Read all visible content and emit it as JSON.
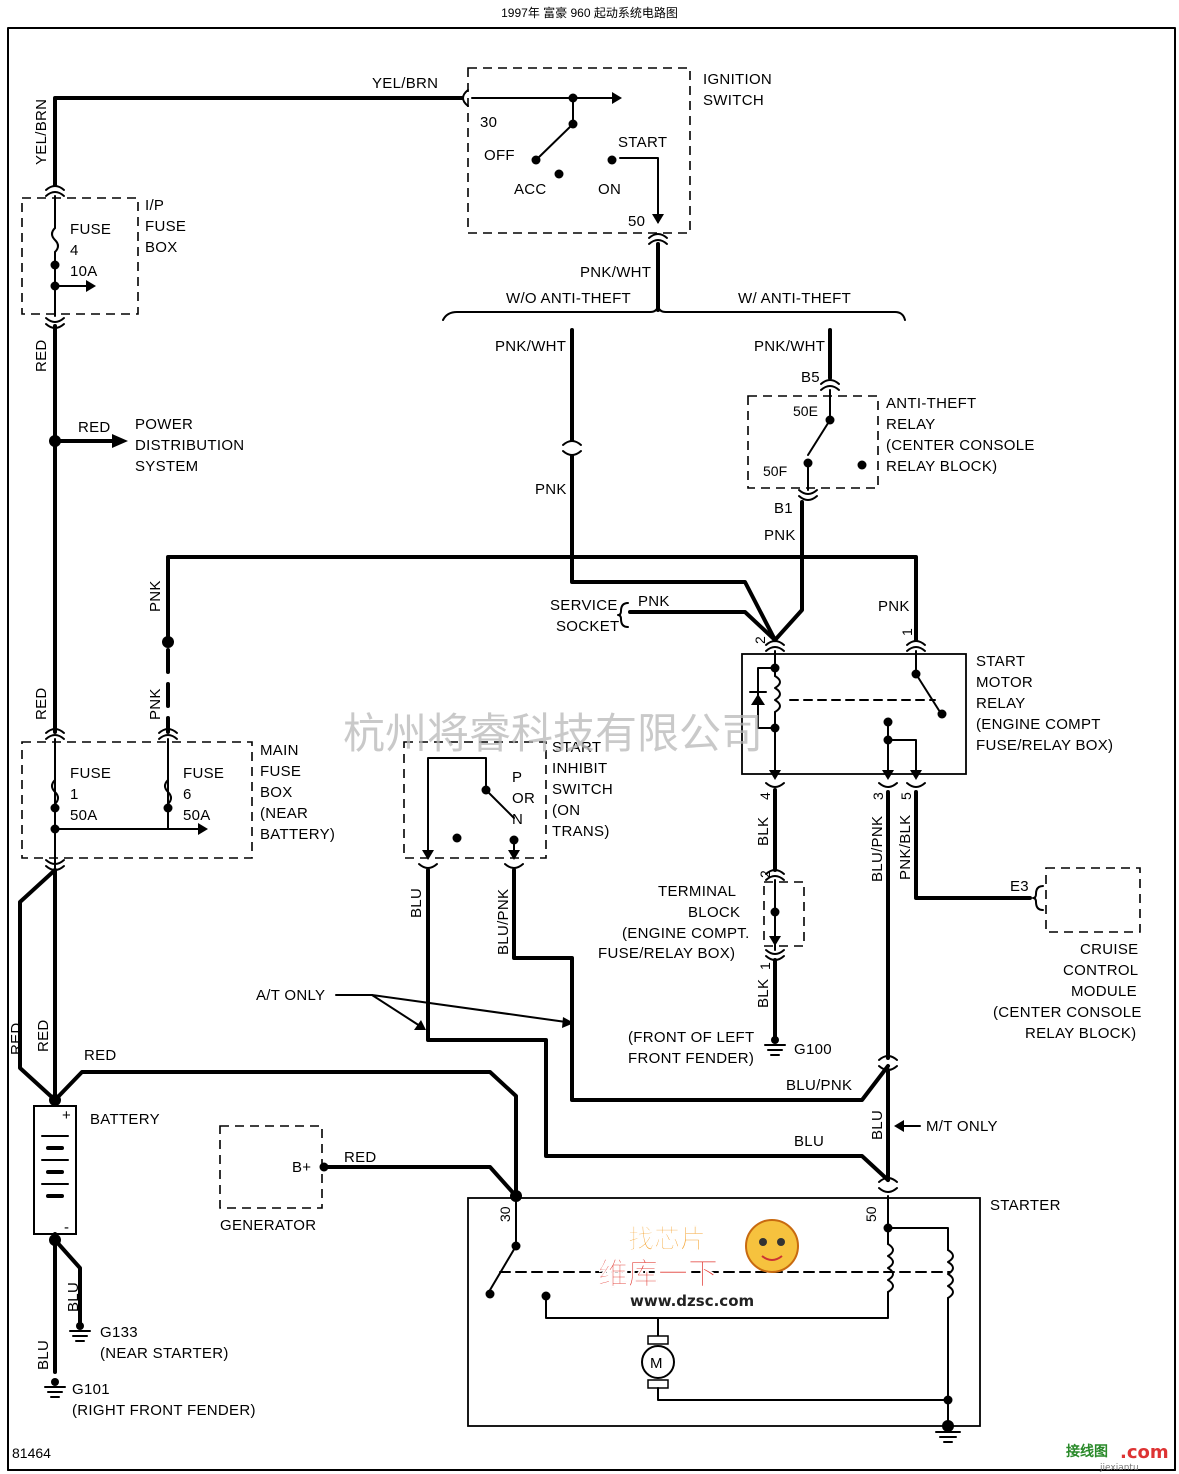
{
  "title": "1997年 富豪 960 起动系统电路图",
  "figure_number": "81464",
  "wire_colors": {
    "yel_brn": "YEL/BRN",
    "red": "RED",
    "pnk": "PNK",
    "pnk_wht": "PNK/WHT",
    "blu": "BLU",
    "blu_pnk": "BLU/PNK",
    "blk": "BLK",
    "pnk_blk": "PNK/BLK"
  },
  "branches": {
    "wo_anti_theft": "W/O ANTI-THEFT",
    "w_anti_theft": "W/ ANTI-THEFT"
  },
  "ignition_switch": {
    "label_line1": "IGNITION",
    "label_line2": "SWITCH",
    "pin_30": "30",
    "pin_50": "50",
    "off": "OFF",
    "acc": "ACC",
    "on": "ON",
    "start": "START"
  },
  "ip_fuse_box": {
    "label_line1": "I/P",
    "label_line2": "FUSE",
    "label_line3": "BOX",
    "fuse": "FUSE",
    "fuse_number": "4",
    "fuse_rating": "10A"
  },
  "power_distribution": {
    "line1": "POWER",
    "line2": "DISTRIBUTION",
    "line3": "SYSTEM"
  },
  "anti_theft_relay": {
    "line1": "ANTI-THEFT",
    "line2": "RELAY",
    "line3": "(CENTER CONSOLE",
    "line4": "RELAY BLOCK)",
    "pin_50e": "50E",
    "pin_50f": "50F",
    "conn_b5": "B5",
    "conn_b1": "B1"
  },
  "service_socket": {
    "line1": "SERVICE",
    "line2": "SOCKET"
  },
  "start_motor_relay": {
    "line1": "START",
    "line2": "MOTOR",
    "line3": "RELAY",
    "line4": "(ENGINE COMPT",
    "line5": "FUSE/RELAY BOX)",
    "pin_1": "1",
    "pin_2": "2",
    "pin_3": "3",
    "pin_4": "4",
    "pin_5": "5"
  },
  "main_fuse_box": {
    "line1": "MAIN",
    "line2": "FUSE",
    "line3": "BOX",
    "line4": "(NEAR",
    "line5": "BATTERY)",
    "fuse_label": "FUSE",
    "fuse1_number": "1",
    "fuse1_rating": "50A",
    "fuse6_number": "6",
    "fuse6_rating": "50A"
  },
  "start_inhibit_switch": {
    "line1": "START",
    "line2": "INHIBIT",
    "line3": "SWITCH",
    "line4": "(ON",
    "line5": "TRANS)",
    "pos_p": "P",
    "pos_or": "OR",
    "pos_n": "N"
  },
  "terminal_block": {
    "line1": "TERMINAL",
    "line2": "BLOCK",
    "line3": "(ENGINE COMPT.",
    "line4": "FUSE/RELAY BOX)",
    "pin_1": "1",
    "pin_2": "2"
  },
  "cruise_control_module": {
    "line1": "CRUISE",
    "line2": "CONTROL",
    "line3": "MODULE",
    "line4": "(CENTER CONSOLE",
    "line5": "RELAY BLOCK)",
    "conn_e3": "E3"
  },
  "notes": {
    "at_only": "A/T ONLY",
    "mt_only": "M/T ONLY"
  },
  "grounds": {
    "g100": "G100",
    "g100_loc1": "(FRONT OF LEFT",
    "g100_loc2": "FRONT FENDER)",
    "g133": "G133",
    "g133_loc": "(NEAR STARTER)",
    "g101": "G101",
    "g101_loc": "(RIGHT FRONT FENDER)"
  },
  "battery": {
    "label": "BATTERY",
    "plus": "+",
    "minus": "-"
  },
  "generator": {
    "label": "GENERATOR",
    "terminal": "B+"
  },
  "starter": {
    "label": "STARTER",
    "pin_30": "30",
    "pin_50": "50",
    "motor": "M"
  },
  "watermark": "杭州将睿科技有限公司",
  "logo": {
    "text1": "找芯片",
    "text2": "维库一下",
    "url": "www.dzsc.com"
  },
  "corner_logo": {
    "cn": "接线图",
    "dot_com": ".com",
    "pinyin": "jiexiantu"
  }
}
